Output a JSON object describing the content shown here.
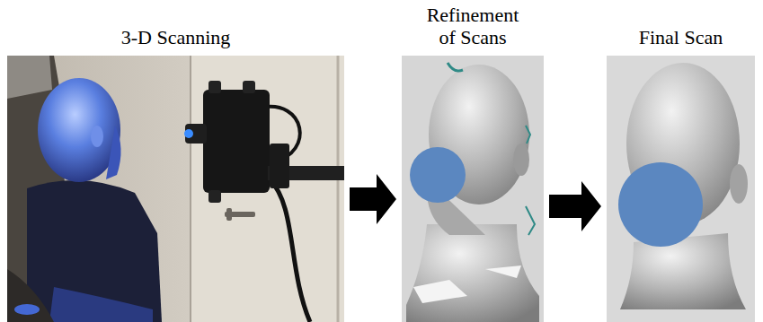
{
  "diagram": {
    "nodes": [
      {
        "text": [
          "3-D Scanning"
        ]
      },
      {
        "text": [
          "Refinement of Scans"
        ]
      },
      {
        "text": [
          "Final Scan"
        ]
      }
    ],
    "edges": [
      {
        "from": 0,
        "to": 1,
        "arrow": "to"
      },
      {
        "from": 1,
        "to": 2,
        "arrow": "to"
      }
    ]
  }
}
